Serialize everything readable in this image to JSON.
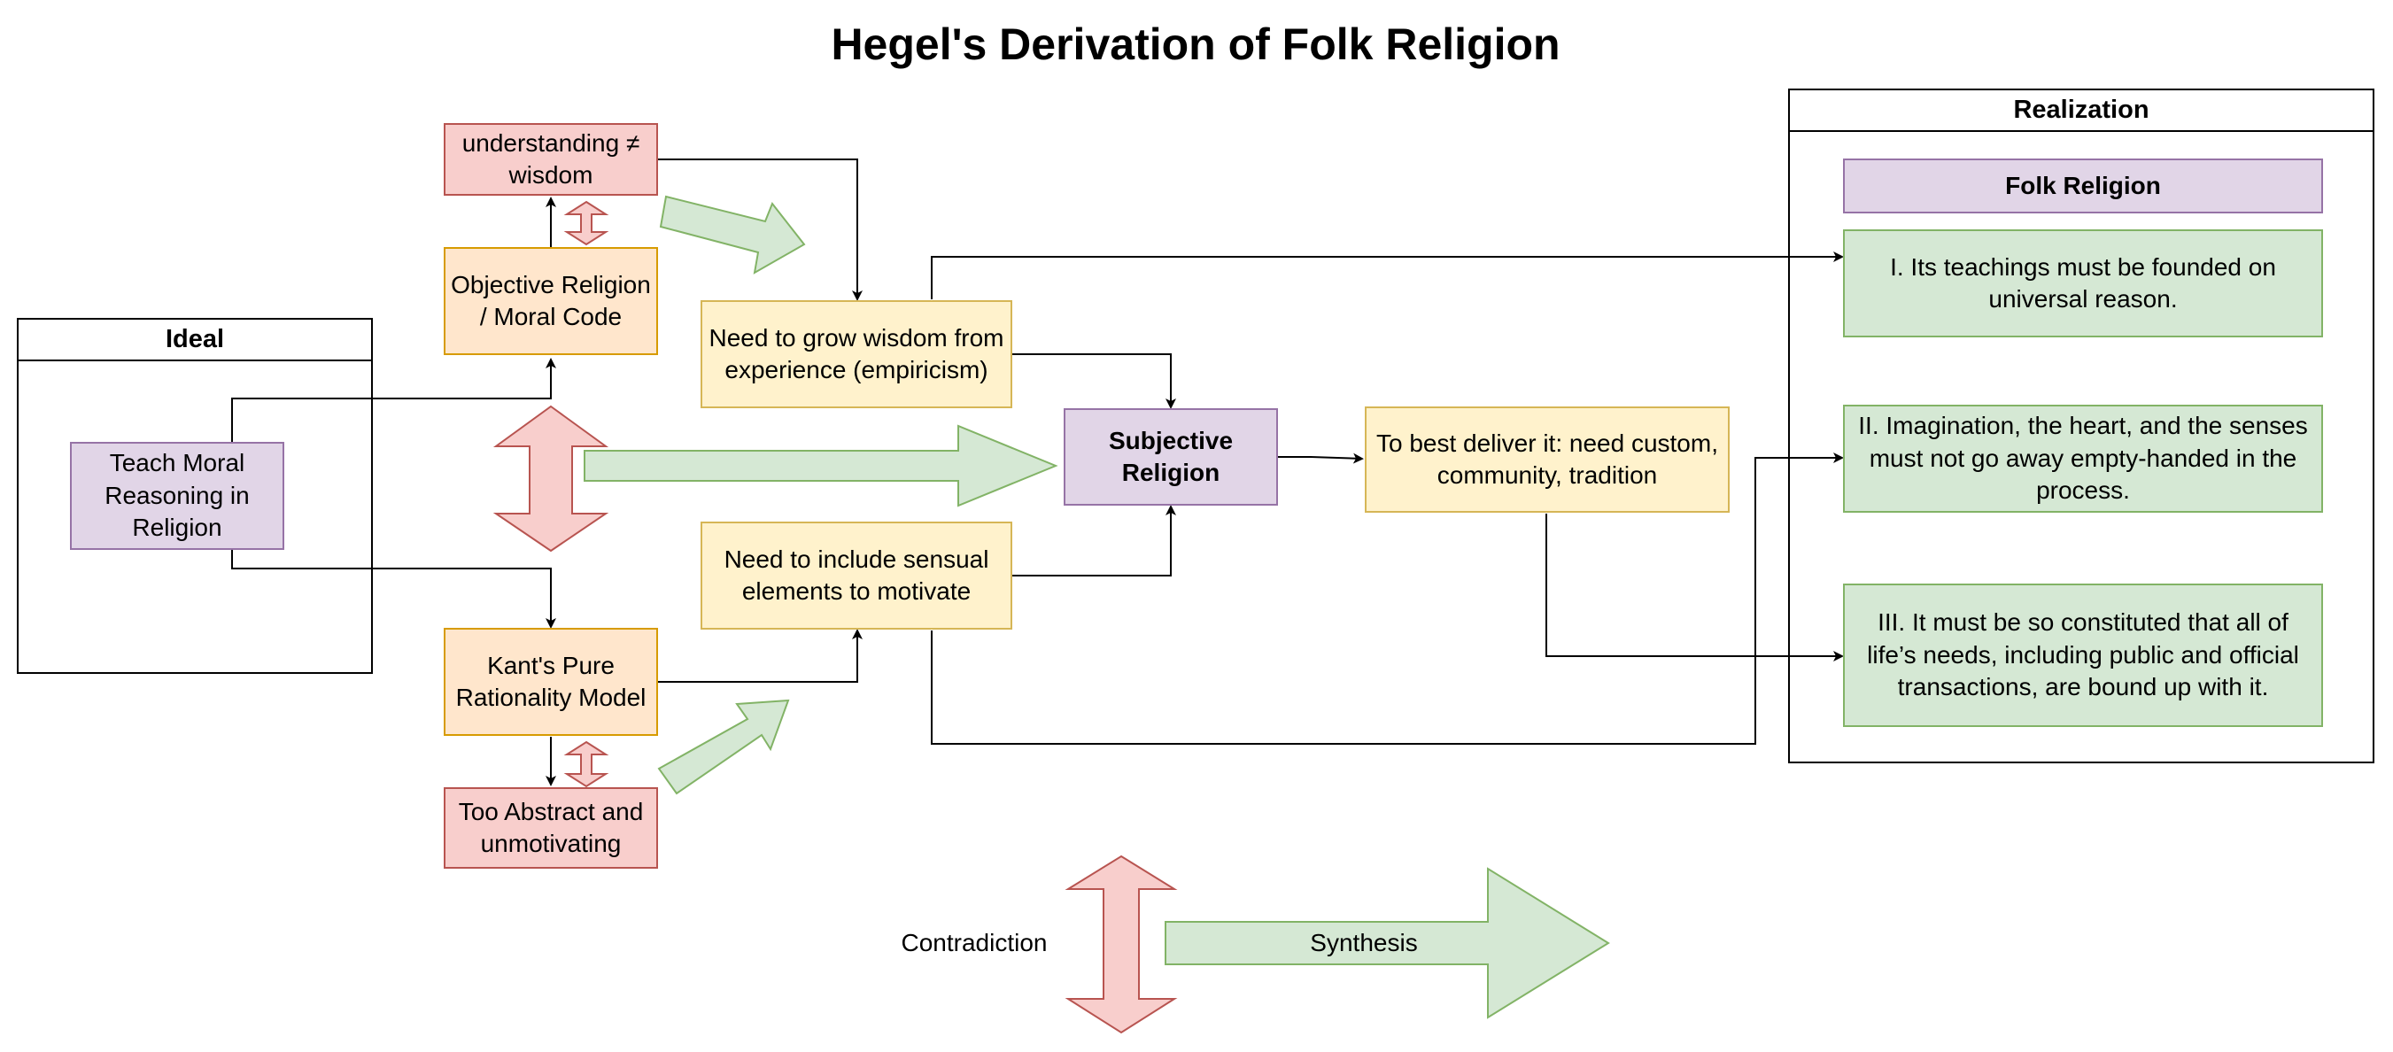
{
  "title": "Hegel's Derivation of Folk Religion",
  "colors": {
    "red_fill": "#f8cecc",
    "red_stroke": "#b85450",
    "orange_fill": "#ffe6cc",
    "orange_stroke": "#d79b00",
    "yellow_fill": "#fff2cc",
    "yellow_stroke": "#d6b656",
    "purple_fill": "#e1d5e7",
    "purple_stroke": "#9673a6",
    "green_fill": "#d5e8d4",
    "green_stroke": "#82b366",
    "line": "#000000"
  },
  "ideal": {
    "header": "Ideal",
    "teach": "Teach Moral Reasoning in Religion"
  },
  "nodes": {
    "understanding": "understanding ≠ wisdom",
    "objective": "Objective Religion / Moral Code",
    "kant": "Kant's Pure Rationality Model",
    "abstract": "Too Abstract and unmotivating",
    "grow_wisdom": "Need to grow wisdom from experience (empiricism)",
    "sensual": "Need to include sensual elements to motivate",
    "subjective": "Subjective Religion",
    "deliver": "To best deliver it: need custom, community, tradition"
  },
  "realization": {
    "header": "Realization",
    "folk": "Folk Religion",
    "items": [
      "I. Its teachings must be founded on universal reason.",
      "II. Imagination, the heart, and the senses must not go away empty-handed in the process.",
      "III. It must be so constituted that all of life’s needs, including public and official transactions, are bound up with it."
    ]
  },
  "legend": {
    "contradiction": "Contradiction",
    "synthesis": "Synthesis"
  }
}
